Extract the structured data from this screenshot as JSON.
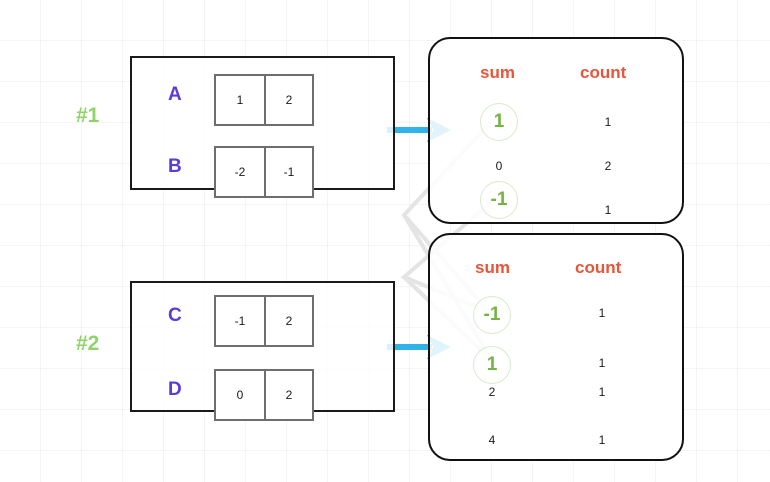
{
  "diagram": {
    "title": "MapReduce partial-aggregation diagram",
    "colors": {
      "grid": "#eef2ee",
      "group_label": "#8fd36a",
      "row_label": "#5b3cdb",
      "column_header": "#e8553a",
      "highlight_value": "#76b346",
      "arrow": "#2fb3e8",
      "connector": "#e2e2e2",
      "box_border": "#1a1a1a",
      "cell_border": "#6e6e6e"
    },
    "groups": [
      {
        "id": "g1",
        "label": "#1"
      },
      {
        "id": "g2",
        "label": "#2"
      }
    ],
    "partitions": [
      {
        "id": "partition-1",
        "group": "#1",
        "rows": [
          {
            "label": "A",
            "cells": [
              "1",
              "2"
            ]
          },
          {
            "label": "B",
            "cells": [
              "-2",
              "-1"
            ]
          }
        ]
      },
      {
        "id": "partition-2",
        "group": "#2",
        "rows": [
          {
            "label": "C",
            "cells": [
              "-1",
              "2"
            ]
          },
          {
            "label": "D",
            "cells": [
              "0",
              "2"
            ]
          }
        ]
      }
    ],
    "results": [
      {
        "id": "result-1",
        "headers": {
          "sum": "sum",
          "count": "count"
        },
        "rows": [
          {
            "sum": "1",
            "count": "1",
            "highlight": true
          },
          {
            "sum": "0",
            "count": "2",
            "highlight": false
          },
          {
            "sum": "-1",
            "count": "1",
            "highlight": true
          }
        ]
      },
      {
        "id": "result-2",
        "headers": {
          "sum": "sum",
          "count": "count"
        },
        "rows": [
          {
            "sum": "-1",
            "count": "1",
            "highlight": true
          },
          {
            "sum": "1",
            "count": "1",
            "highlight": true
          },
          {
            "sum": "2",
            "count": "1",
            "highlight": false
          },
          {
            "sum": "4",
            "count": "1",
            "highlight": false
          }
        ]
      }
    ],
    "arrows": [
      {
        "id": "arrow-1",
        "from": "partition-1",
        "to": "result-1"
      },
      {
        "id": "arrow-2",
        "from": "partition-2",
        "to": "result-2"
      }
    ]
  }
}
